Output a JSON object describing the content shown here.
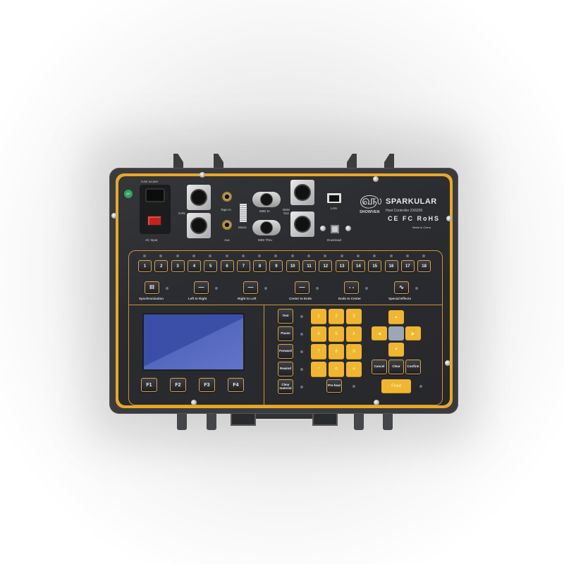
{
  "device": {
    "brand": "SPARKULAR",
    "model": "Host Controller ZX6200",
    "manufacturer": "SHOWVEN",
    "origin": "Made in China",
    "certifications": "CE FC RoHS",
    "fuse_label": "FUSE: 8A 250V",
    "qc_badge": "QC"
  },
  "colors": {
    "panel": "#2b2d31",
    "accent_orange": "#e9a825",
    "keypad_yellow": "#f1b62f",
    "lcd_blue": "#3c4fa8",
    "power_switch_red": "#c2241c"
  },
  "connectors": {
    "ac_input": "AC Input",
    "can": "CAN",
    "tape_in": "Tape In",
    "aux": "Aux",
    "music": "Music",
    "midi_in": "MIDI In",
    "midi_thru": "MIDI Thru",
    "dmx": "DMX 512",
    "lan": "LAN",
    "download": "Download"
  },
  "channels": [
    "1",
    "2",
    "3",
    "4",
    "5",
    "6",
    "7",
    "8",
    "9",
    "10",
    "11",
    "12",
    "13",
    "14",
    "15",
    "16",
    "17",
    "18"
  ],
  "modes": [
    {
      "label": "Synchronization",
      "glyph": "III"
    },
    {
      "label": "Left to Right",
      "glyph": "—"
    },
    {
      "label": "Right to Left",
      "glyph": "—"
    },
    {
      "label": "Center to Ends",
      "glyph": "—"
    },
    {
      "label": "Ends to Center",
      "glyph": "- -"
    },
    {
      "label": "Special Effects",
      "glyph": "∿"
    }
  ],
  "function_keys": [
    "F1",
    "F2",
    "F3",
    "F4"
  ],
  "control_keys": [
    "Test",
    "Pause",
    "Forward",
    "Rewind",
    "Clear material"
  ],
  "numpad": [
    "1",
    "2",
    "3",
    "4",
    "5",
    "6",
    "7",
    "8",
    "9",
    "*",
    "0",
    "#"
  ],
  "preheat": "Pre-heat",
  "nav": {
    "up": "▲",
    "down": "▼",
    "left": "◀",
    "right": "▶"
  },
  "action_keys": [
    "Cancel",
    "Clear",
    "Confirm"
  ],
  "fire": "Fired"
}
